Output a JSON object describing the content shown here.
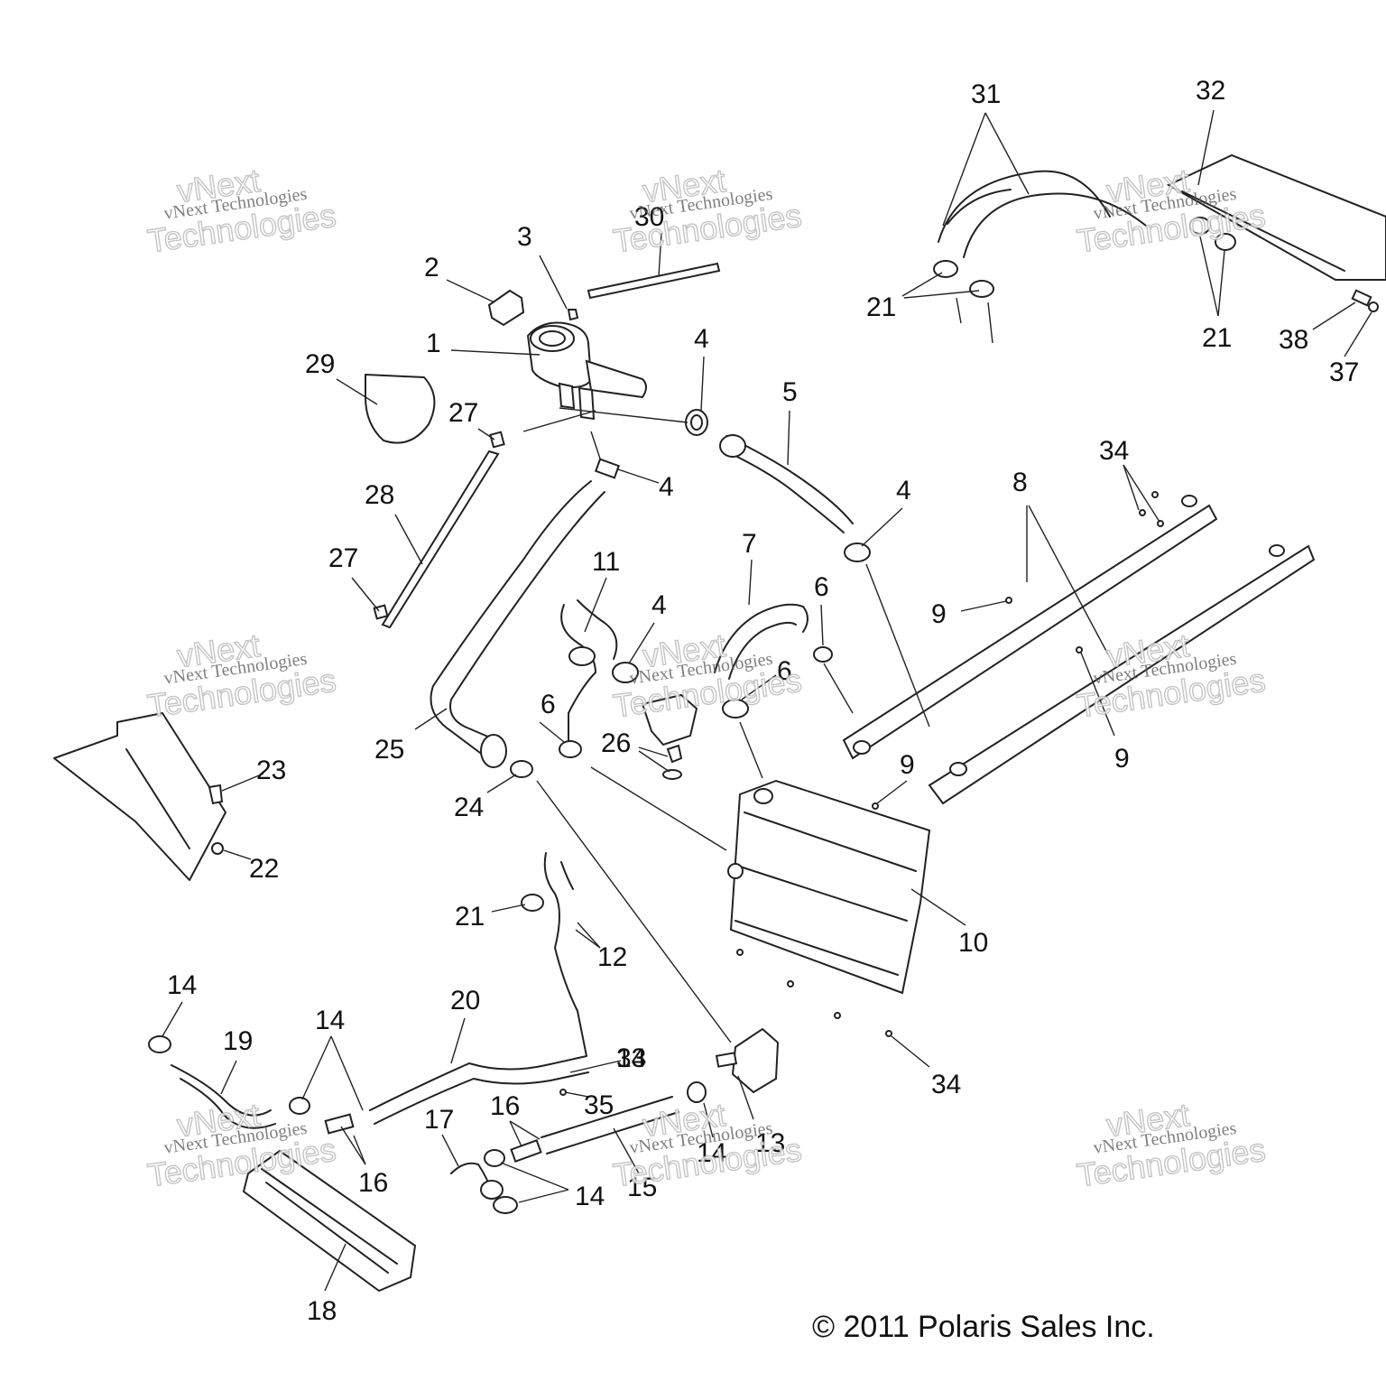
{
  "diagram": {
    "copyright": "© 2011 Polaris Sales Inc.",
    "watermark": {
      "line_small": "vNext Technologies",
      "line_large_top": "vNext",
      "line_large_bottom": "Technologies"
    },
    "callouts": [
      "1",
      "2",
      "3",
      "4",
      "4",
      "4",
      "4",
      "5",
      "6",
      "6",
      "6",
      "7",
      "8",
      "9",
      "9",
      "9",
      "10",
      "11",
      "12",
      "13",
      "14",
      "14",
      "14",
      "14",
      "14",
      "15",
      "16",
      "16",
      "17",
      "18",
      "19",
      "20",
      "21",
      "21",
      "21",
      "22",
      "23",
      "24",
      "25",
      "26",
      "27",
      "27",
      "28",
      "29",
      "30",
      "31",
      "32",
      "33",
      "34",
      "34",
      "35",
      "37",
      "38"
    ]
  }
}
